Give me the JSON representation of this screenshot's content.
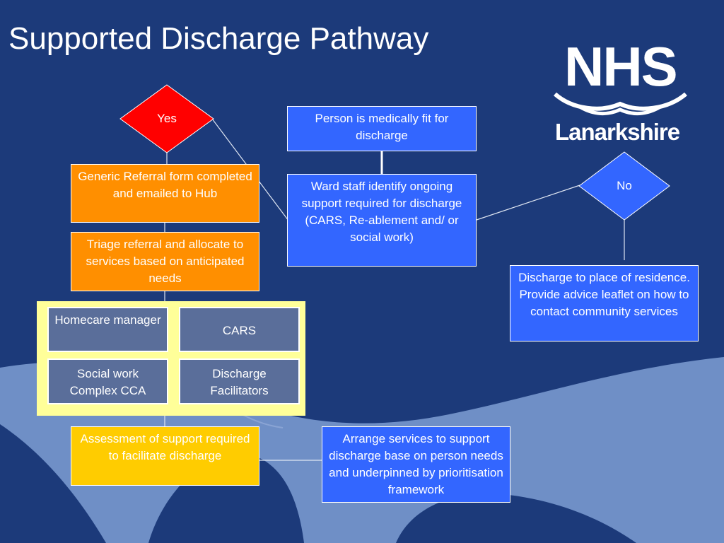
{
  "title": "Supported Discharge Pathway",
  "logo": {
    "name": "NHS",
    "region": "Lanarkshire"
  },
  "colors": {
    "background": "#1c3a7a",
    "wave": "#6f8fc6",
    "orange": "#ff8f00",
    "blue": "#3366ff",
    "yellow": "#ffcc00",
    "grey": "#5a6e9a",
    "decision": "#ff0000"
  },
  "flow": {
    "yes_label": "Yes",
    "no_label": "No",
    "medically_fit": "Person is medically fit for discharge",
    "ward_staff": "Ward staff identify ongoing support required for discharge (CARS, Re-ablement and/ or social work)",
    "generic_referral": "Generic Referral form completed and emailed to Hub",
    "triage": "Triage referral and allocate to services based on anticipated needs",
    "discharge_residence": "Discharge to place of residence. Provide advice leaflet on how to contact community services",
    "assessment": "Assessment of support required to facilitate discharge",
    "arrange_services": "Arrange services to support discharge base on person needs and underpinned by prioritisation framework"
  },
  "services": {
    "homecare": "Homecare manager",
    "cars": "CARS",
    "social_work": "Social work Complex CCA",
    "discharge_facilitators": "Discharge Facilitators"
  }
}
